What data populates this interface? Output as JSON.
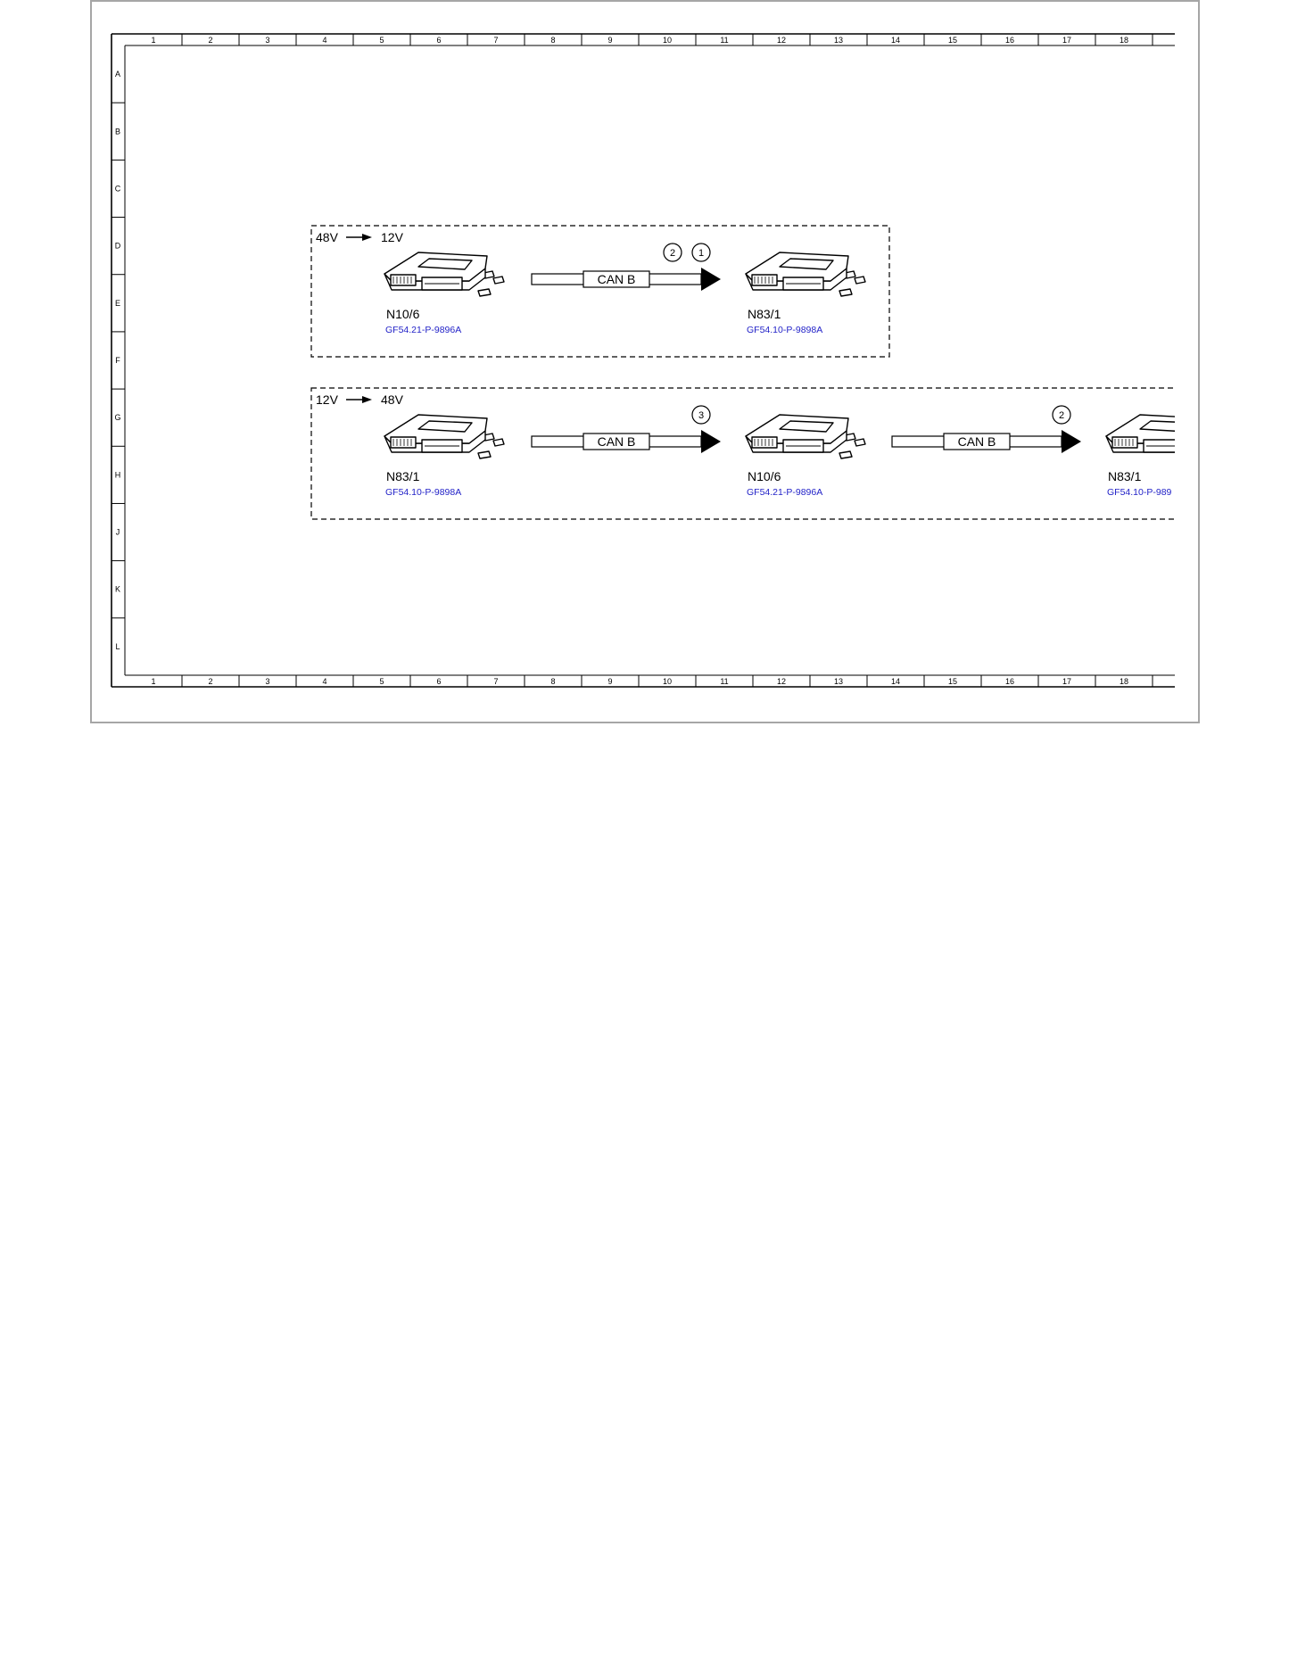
{
  "grid": {
    "columns": [
      "1",
      "2",
      "3",
      "4",
      "5",
      "6",
      "7",
      "8",
      "9",
      "10",
      "11",
      "12",
      "13",
      "14",
      "15",
      "16",
      "17",
      "18"
    ],
    "rows": [
      "A",
      "B",
      "C",
      "D",
      "E",
      "F",
      "G",
      "H",
      "J",
      "K",
      "L"
    ]
  },
  "colors": {
    "link": "#2323c8",
    "frame": "#a6a6a6",
    "ink": "#000000"
  },
  "groups": [
    {
      "direction_from": "48V",
      "direction_to": "12V",
      "modules": [
        {
          "id": "N10/6",
          "ref": "GF54.21-P-9896A"
        },
        {
          "id": "N83/1",
          "ref": "GF54.10-P-9898A"
        }
      ],
      "links": [
        {
          "bus": "CAN B",
          "markers": [
            "2",
            "1"
          ]
        }
      ]
    },
    {
      "direction_from": "12V",
      "direction_to": "48V",
      "modules": [
        {
          "id": "N83/1",
          "ref": "GF54.10-P-9898A"
        },
        {
          "id": "N10/6",
          "ref": "GF54.21-P-9896A"
        },
        {
          "id": "N83/1",
          "ref": "GF54.10-P-989"
        }
      ],
      "links": [
        {
          "bus": "CAN B",
          "markers": [
            "3"
          ]
        },
        {
          "bus": "CAN B",
          "markers": [
            "2"
          ]
        }
      ]
    }
  ]
}
